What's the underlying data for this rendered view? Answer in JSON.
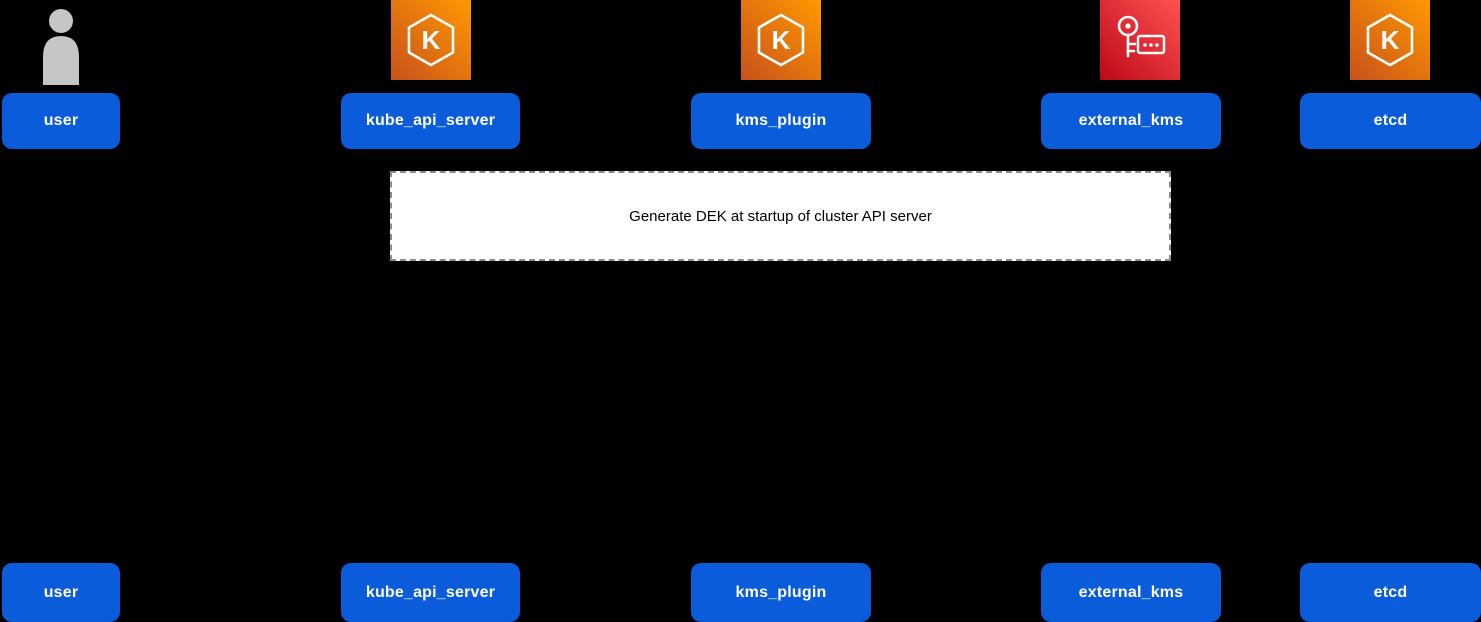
{
  "diagram": {
    "type": "sequence-diagram",
    "note": {
      "label": "Generate DEK at startup of cluster API server"
    },
    "participants": [
      {
        "id": "user",
        "label": "user",
        "icon": "person-icon"
      },
      {
        "id": "kube_api_server",
        "label": "kube_api_server",
        "icon": "eks-hexagon-k-icon"
      },
      {
        "id": "kms_plugin",
        "label": "kms_plugin",
        "icon": "eks-hexagon-k-icon"
      },
      {
        "id": "external_kms",
        "label": "external_kms",
        "icon": "kms-key-icon"
      },
      {
        "id": "etcd",
        "label": "etcd",
        "icon": "eks-hexagon-k-icon"
      }
    ],
    "colors": {
      "background": "#000000",
      "participant_box": "#0b5cdb",
      "participant_text": "#ffffff",
      "note_background": "#ffffff",
      "note_text": "#000000",
      "icon_orange_dark": "#c8511b",
      "icon_orange_light": "#f90",
      "icon_red_dark": "#bd0816",
      "icon_red_light": "#ff5252",
      "person_gray": "#c6c6c6"
    }
  }
}
